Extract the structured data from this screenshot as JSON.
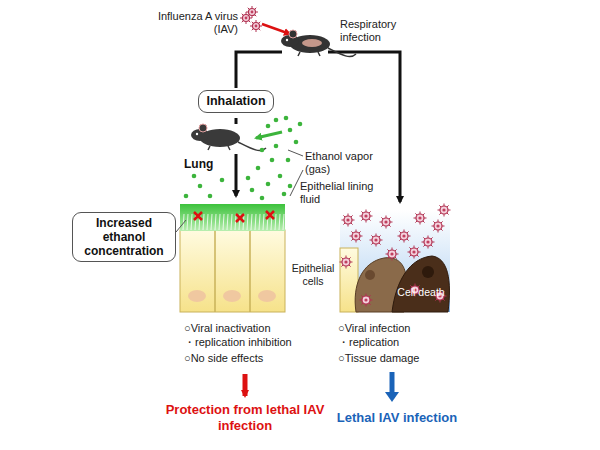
{
  "diagram": {
    "nodes": [
      {
        "text": [
          "Inhalation"
        ]
      },
      {
        "text": [
          "Increased ethanol concentration"
        ]
      }
    ],
    "labels": [
      "Influenza A virus (IAV)",
      "Respiratory infection",
      "Ethanol vapor (gas)",
      "Lung",
      "Epithelial lining fluid",
      "Epithelial cells",
      "Cell death",
      "○Viral inactivation",
      "・replication inhibition",
      "○No side effects",
      "○Viral infection",
      "・replication",
      "○Tissue damage",
      "Protection from lethal IAV infection",
      "Lethal IAV infection"
    ]
  }
}
